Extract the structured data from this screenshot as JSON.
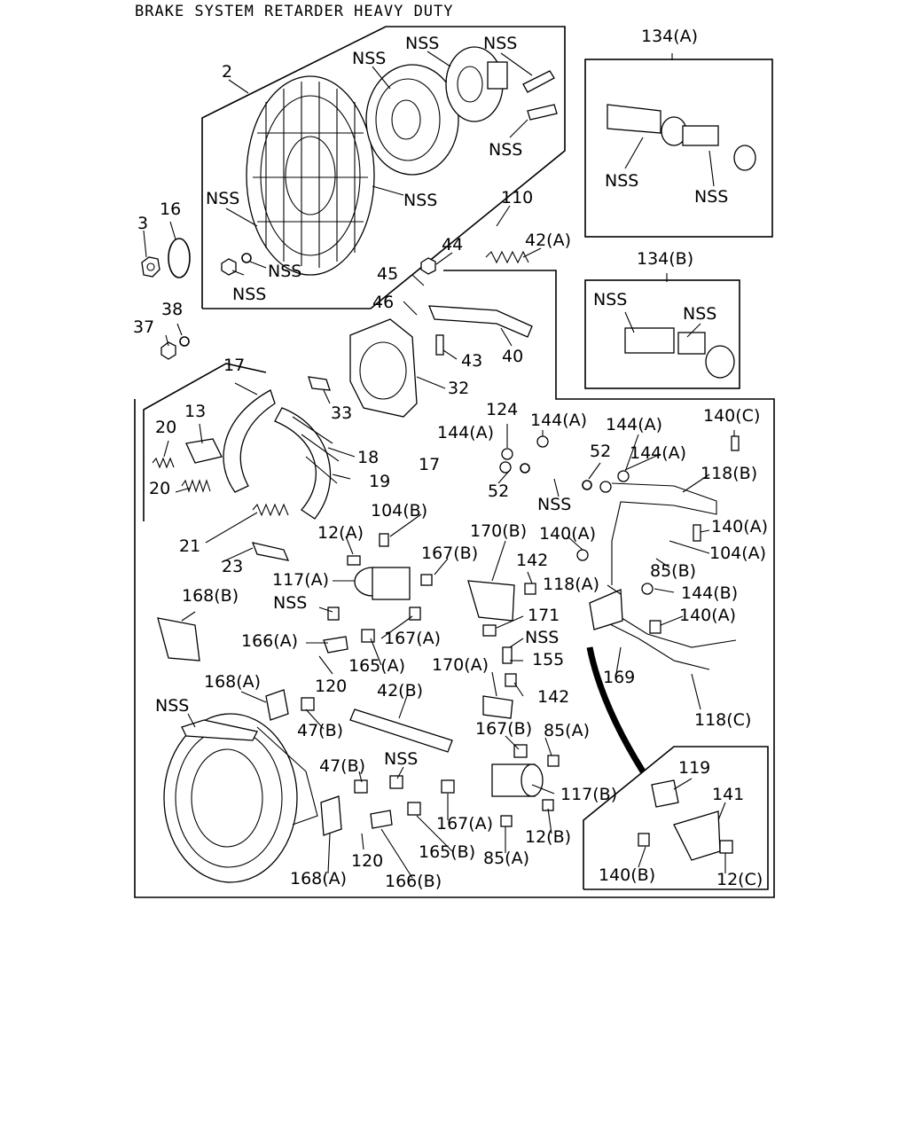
{
  "title": "BRAKE SYSTEM RETARDER HEAVY DUTY",
  "labels": [
    "2",
    "NSS",
    "NSS",
    "NSS",
    "NSS",
    "NSS",
    "NSS",
    "NSS",
    "NSS",
    "3",
    "16",
    "37",
    "38",
    "110",
    "44",
    "42(A)",
    "45",
    "46",
    "40",
    "43",
    "32",
    "33",
    "17",
    "13",
    "20",
    "20",
    "18",
    "17",
    "19",
    "21",
    "23",
    "134(A)",
    "NSS",
    "NSS",
    "134(B)",
    "NSS",
    "NSS",
    "124",
    "144(A)",
    "144(A)",
    "144(A)",
    "144(A)",
    "52",
    "52",
    "NSS",
    "140(C)",
    "118(B)",
    "140(A)",
    "104(A)",
    "104(B)",
    "12(A)",
    "117(A)",
    "NSS",
    "167(B)",
    "170(B)",
    "140(A)",
    "142",
    "118(A)",
    "85(B)",
    "144(B)",
    "140(A)",
    "168(B)",
    "166(A)",
    "167(A)",
    "171",
    "NSS",
    "155",
    "165(A)",
    "169",
    "170(A)",
    "142",
    "120",
    "168(A)",
    "47(B)",
    "42(B)",
    "118(C)",
    "NSS",
    "167(B)",
    "85(A)",
    "NSS",
    "47(B)",
    "117(B)",
    "167(A)",
    "12(B)",
    "165(B)",
    "85(A)",
    "120",
    "168(A)",
    "166(B)",
    "119",
    "141",
    "140(B)",
    "12(C)"
  ]
}
